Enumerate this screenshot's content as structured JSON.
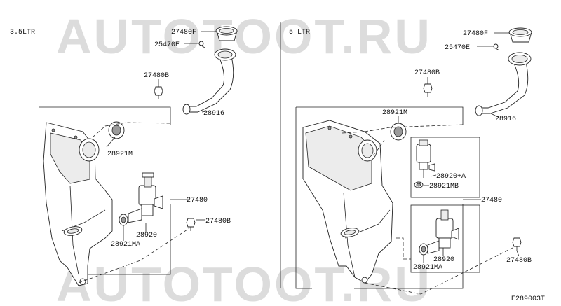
{
  "watermark": {
    "top": "AUTOTOOT.RU",
    "bottom": "AUTOTOOT.RU"
  },
  "diagram_code": "E289003T",
  "left": {
    "title": "3.5LTR",
    "labels": {
      "cap": "27480F",
      "seal": "25470E",
      "bolt_top": "27480B",
      "hose": "28916",
      "grommet": "28921M",
      "tank": "27480",
      "bolt_low": "27480B",
      "pump": "28920",
      "pump_grommet": "28921MA"
    }
  },
  "right": {
    "title": "5 LTR",
    "labels": {
      "cap": "27480F",
      "seal": "25470E",
      "bolt_top": "27480B",
      "grommet": "28921M",
      "hose": "28916",
      "pump_a": "28920+A",
      "grommet_b": "28921MB",
      "tank": "27480",
      "pump": "28920",
      "pump_grommet": "28921MA",
      "bolt_low": "27480B"
    }
  }
}
